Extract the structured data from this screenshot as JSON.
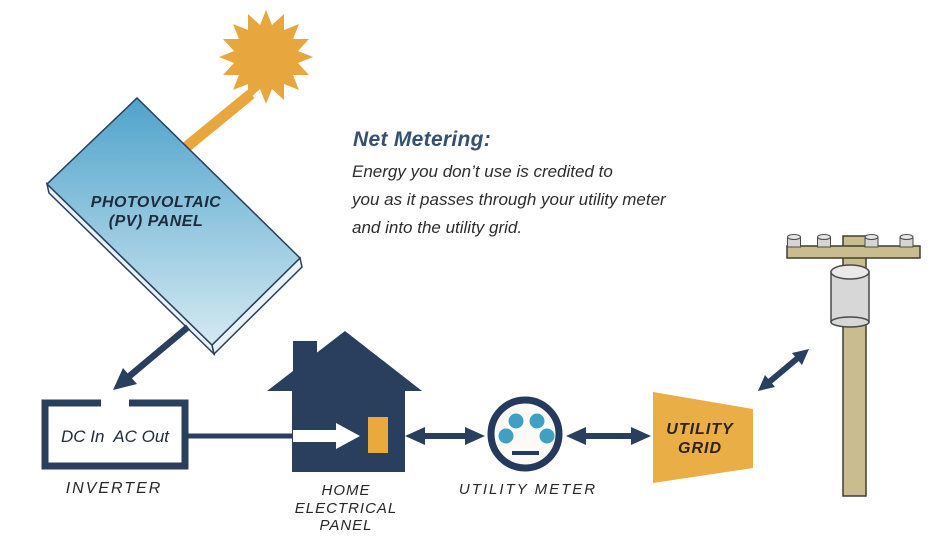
{
  "title": "Net metering solar energy diagram",
  "colors": {
    "navy": "#2A3F5E",
    "sun_orange": "#E8A73E",
    "grid_orange": "#E9AE45",
    "panel_blue_top": "#4FA3CB",
    "panel_blue_bottom": "#D4E9F2",
    "panel_edge": "#E8F2F7",
    "meter_dot_blue": "#3FA0C4",
    "meter_face": "#FBFAF6",
    "electrical_panel_orange": "#E9A93C",
    "pole_tan": "#C9BD8F",
    "hardware_gray": "#D7D7D7",
    "heading_navy": "#36506F",
    "body_text": "#2D2D2D"
  },
  "note": {
    "heading": "Net Metering:",
    "line1": "Energy you don’t use is credited to",
    "line2": "you as it passes through your utility meter",
    "line3": "and into the utility grid."
  },
  "pv_panel": {
    "label_line1": "PHOTOVOLTAIC",
    "label_line2": "(PV) PANEL"
  },
  "inverter": {
    "ports_label": "DC In  AC Out",
    "label": "INVERTER"
  },
  "home": {
    "label_line1": "HOME",
    "label_line2": "ELECTRICAL",
    "label_line3": "PANEL"
  },
  "meter": {
    "label": "UTILITY METER"
  },
  "grid": {
    "label_line1": "UTILITY",
    "label_line2": "GRID"
  }
}
